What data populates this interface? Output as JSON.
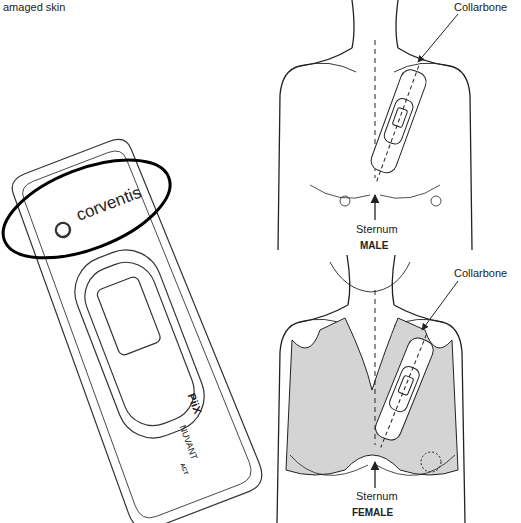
{
  "diagram": {
    "labels": [
      "amaged skin",
      "corventis",
      "PiiX",
      "NUVANT",
      "ACT",
      "Collarbone",
      "Sternum",
      "MALE",
      "Collarbone",
      "Sternum",
      "FEMALE"
    ]
  }
}
